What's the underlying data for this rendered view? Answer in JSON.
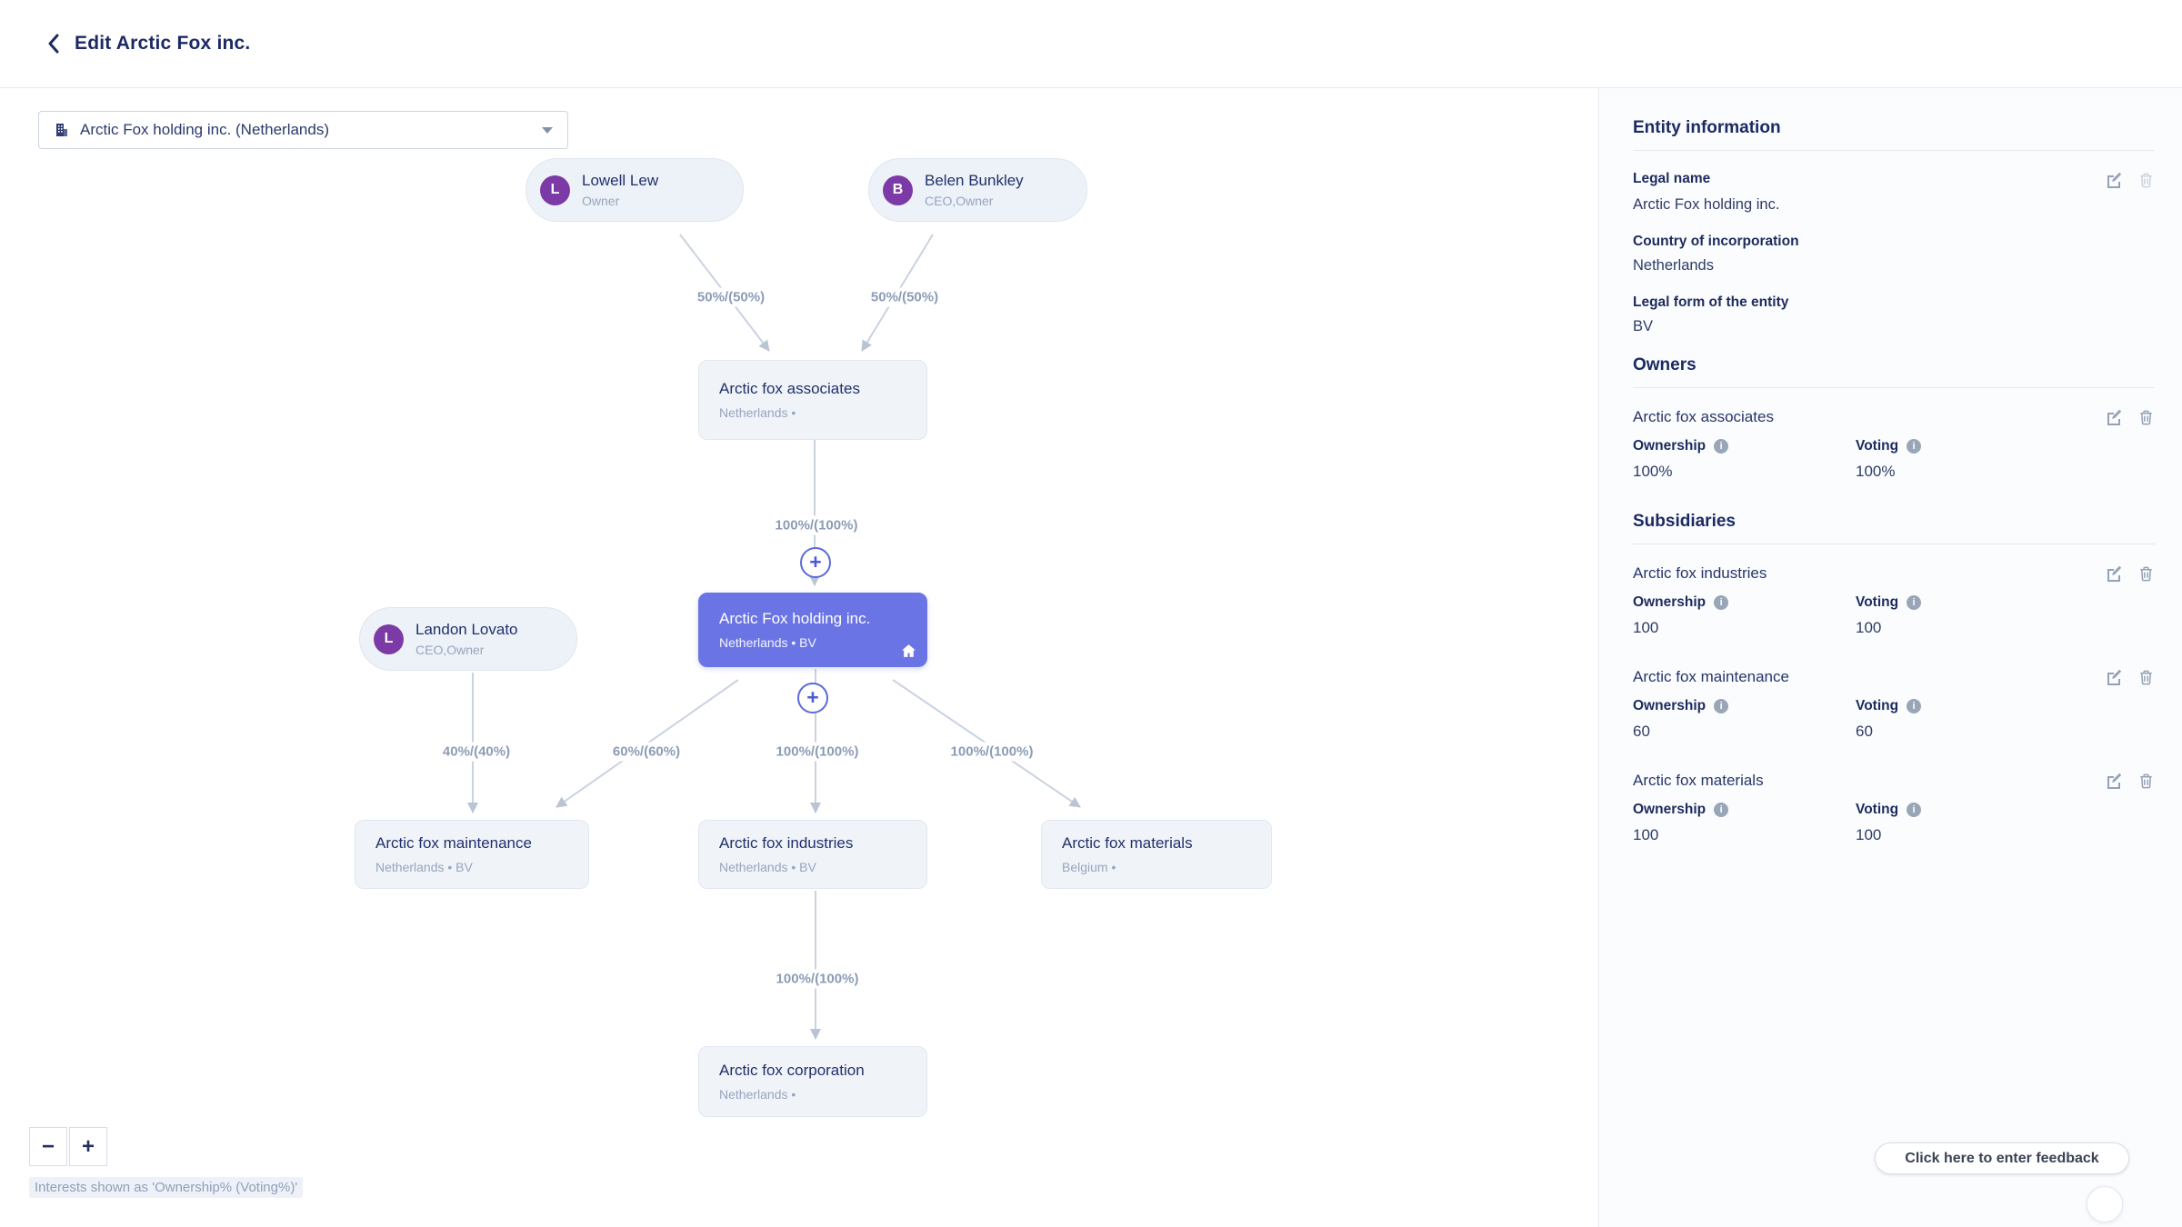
{
  "header": {
    "title": "Edit Arctic Fox inc."
  },
  "entity_selector": {
    "value": "Arctic Fox holding inc. (Netherlands)"
  },
  "chart": {
    "persons": {
      "lowell": {
        "initial": "L",
        "name": "Lowell Lew",
        "role": "Owner"
      },
      "belen": {
        "initial": "B",
        "name": "Belen Bunkley",
        "role": "CEO,Owner"
      },
      "landon": {
        "initial": "L",
        "name": "Landon Lovato",
        "role": "CEO,Owner"
      }
    },
    "companies": {
      "associates": {
        "name": "Arctic fox associates",
        "subtitle": "Netherlands •"
      },
      "holding": {
        "name": "Arctic Fox holding inc.",
        "subtitle": "Netherlands • BV"
      },
      "maintenance": {
        "name": "Arctic fox maintenance",
        "subtitle": "Netherlands • BV"
      },
      "industries": {
        "name": "Arctic fox industries",
        "subtitle": "Netherlands • BV"
      },
      "materials": {
        "name": "Arctic fox materials",
        "subtitle": "Belgium •"
      },
      "corporation": {
        "name": "Arctic fox corporation",
        "subtitle": "Netherlands •"
      }
    },
    "edges": {
      "lowell_to_associates": "50%/(50%)",
      "belen_to_associates": "50%/(50%)",
      "associates_to_holding": "100%/(100%)",
      "landon_to_maintenance": "40%/(40%)",
      "holding_to_maintenance": "60%/(60%)",
      "holding_to_industries": "100%/(100%)",
      "holding_to_materials": "100%/(100%)",
      "industries_to_corporation": "100%/(100%)"
    },
    "add_button": "+",
    "zoom_in": "+",
    "zoom_out": "−",
    "legend": "Interests shown as 'Ownership% (Voting%)'"
  },
  "panel": {
    "entity_information": {
      "title": "Entity information",
      "fields": [
        {
          "label": "Legal name",
          "value": "Arctic Fox holding inc."
        },
        {
          "label": "Country of incorporation",
          "value": "Netherlands"
        },
        {
          "label": "Legal form of the entity",
          "value": "BV"
        }
      ]
    },
    "labels": {
      "ownership": "Ownership",
      "voting": "Voting"
    },
    "owners": {
      "title": "Owners",
      "items": [
        {
          "name": "Arctic fox associates",
          "ownership": "100%",
          "voting": "100%"
        }
      ]
    },
    "subsidiaries": {
      "title": "Subsidiaries",
      "items": [
        {
          "name": "Arctic fox industries",
          "ownership": "100",
          "voting": "100"
        },
        {
          "name": "Arctic fox maintenance",
          "ownership": "60",
          "voting": "60"
        },
        {
          "name": "Arctic fox materials",
          "ownership": "100",
          "voting": "100"
        }
      ]
    }
  },
  "feedback": {
    "label": "Click here to enter feedback"
  },
  "colors": {
    "accent_purple": "#6b74e4",
    "avatar_purple": "#7c3aa6",
    "navy": "#1c2a63",
    "muted": "#97a5bd",
    "edge_line": "#c9d3e0"
  }
}
